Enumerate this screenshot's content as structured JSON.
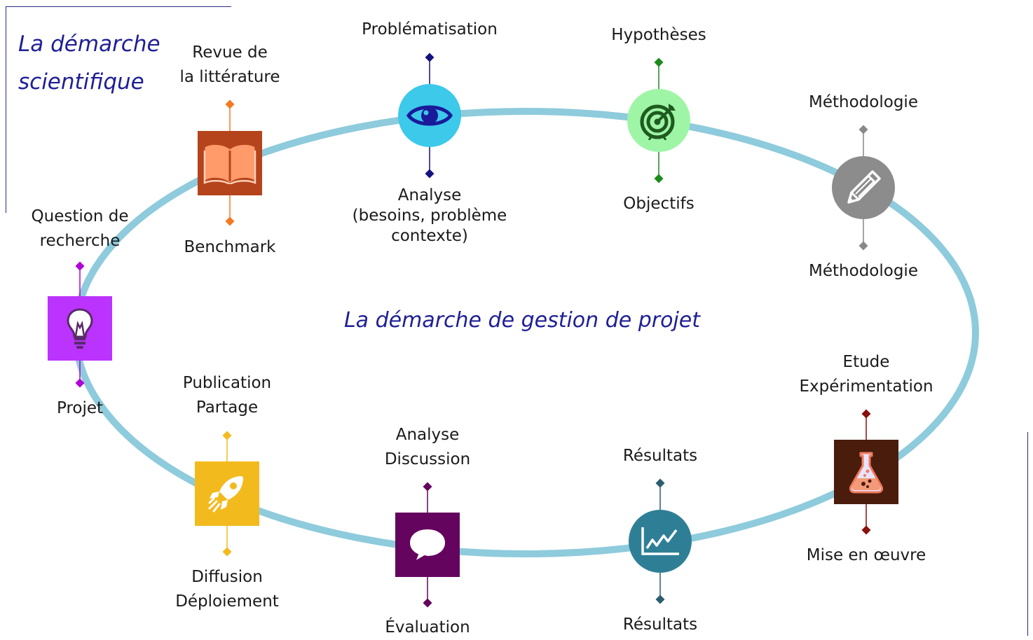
{
  "title": {
    "line1": "La démarche",
    "line2": "scientifique"
  },
  "center_label": "La démarche de gestion de projet",
  "colors": {
    "ellipse": "#8ecbdc",
    "title": "#1f1f96",
    "frame": "#2a2a8a"
  },
  "steps": [
    {
      "id": "projet",
      "icon": "lightbulb-icon",
      "color": "#bb33ff",
      "connector": "#b000d8",
      "top_label": [
        "Question de",
        "recherche"
      ],
      "bottom_label": [
        "Projet"
      ]
    },
    {
      "id": "revue",
      "icon": "open-book-icon",
      "color": "#b5441c",
      "connector": "#f57a1f",
      "top_label": [
        "Revue de",
        "la littérature"
      ],
      "bottom_label": [
        "Benchmark"
      ]
    },
    {
      "id": "problematisation",
      "icon": "eye-icon",
      "color": "#3cc9ea",
      "connector": "#14127f",
      "top_label": [
        "Problématisation"
      ],
      "bottom_label": [
        "Analyse",
        "(besoins, problème",
        "contexte)"
      ]
    },
    {
      "id": "hypotheses",
      "icon": "target-icon",
      "color": "#9ef5a6",
      "connector": "#1c8a1c",
      "top_label": [
        "Hypothèses"
      ],
      "bottom_label": [
        "Objectifs"
      ]
    },
    {
      "id": "methodologie",
      "icon": "pencil-icon",
      "color": "#8c8c8c",
      "connector": "#888888",
      "top_label": [
        "Méthodologie"
      ],
      "bottom_label": [
        "Méthodologie"
      ]
    },
    {
      "id": "etude",
      "icon": "flask-icon",
      "color": "#4a1c0c",
      "connector": "#8a0f0f",
      "top_label": [
        "Etude",
        "Expérimentation"
      ],
      "bottom_label": [
        "Mise en œuvre"
      ]
    },
    {
      "id": "resultats",
      "icon": "line-chart-icon",
      "color": "#2e7f96",
      "connector": "#2a5d6e",
      "top_label": [
        "Résultats"
      ],
      "bottom_label": [
        "Résultats"
      ]
    },
    {
      "id": "analyse",
      "icon": "speech-bubble-icon",
      "color": "#64045e",
      "connector": "#64045e",
      "top_label": [
        "Analyse",
        "Discussion"
      ],
      "bottom_label": [
        "Évaluation"
      ]
    },
    {
      "id": "publication",
      "icon": "rocket-icon",
      "color": "#f3ba1e",
      "connector": "#f3ba1e",
      "top_label": [
        "Publication",
        "Partage"
      ],
      "bottom_label": [
        "Diffusion",
        "Déploiement"
      ]
    }
  ]
}
